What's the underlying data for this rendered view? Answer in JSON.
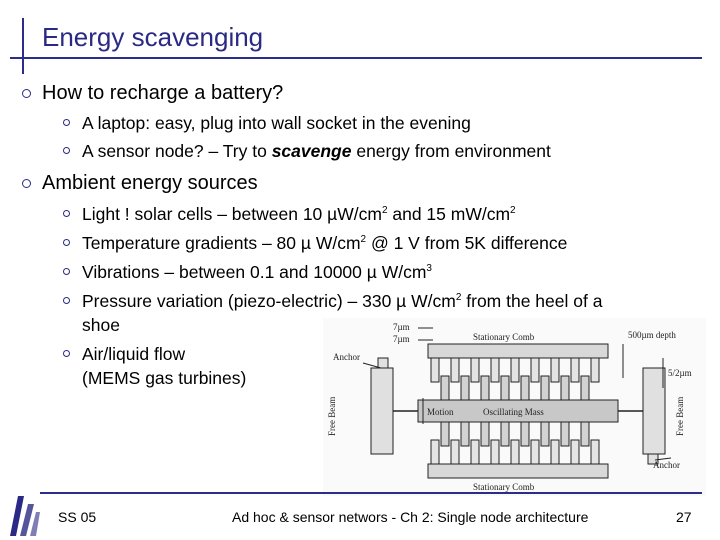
{
  "slide": {
    "title": "Energy scavenging",
    "bullets": [
      "How to recharge a battery?",
      "Ambient energy sources"
    ],
    "sub1": [
      "A laptop: easy, plug into wall socket in the evening",
      "A sensor node? – Try to ",
      "scavenge",
      " energy from environment"
    ],
    "sub2": [
      "Light ! solar cells – between 10 µW/cm",
      "2",
      " and 15 mW/cm",
      "2",
      "Temperature gradients – 80 µ W/cm",
      "2",
      " @ 1 V from 5K difference",
      "Vibrations – between 0.1 and 10000 µ W/cm",
      "3",
      "Pressure variation (piezo-electric) – 330 µ W/cm",
      "2",
      " from the heel of a",
      "shoe",
      "Air/liquid flow",
      "(MEMS gas turbines)"
    ]
  },
  "figure": {
    "labels": [
      "7µm",
      "7µm",
      "Stationary Comb",
      "500µm depth",
      "Anchor",
      "5/2µm",
      "Motion",
      "Oscillating Mass",
      "Free Beam",
      "Free Beam",
      "Anchor",
      "Stationary Comb"
    ]
  },
  "footer": {
    "left": "SS 05",
    "center": "Ad hoc & sensor networs - Ch 2: Single node architecture",
    "page": "27"
  },
  "colors": {
    "accent": "#2a2a86",
    "rule": "#2c2c8a"
  }
}
